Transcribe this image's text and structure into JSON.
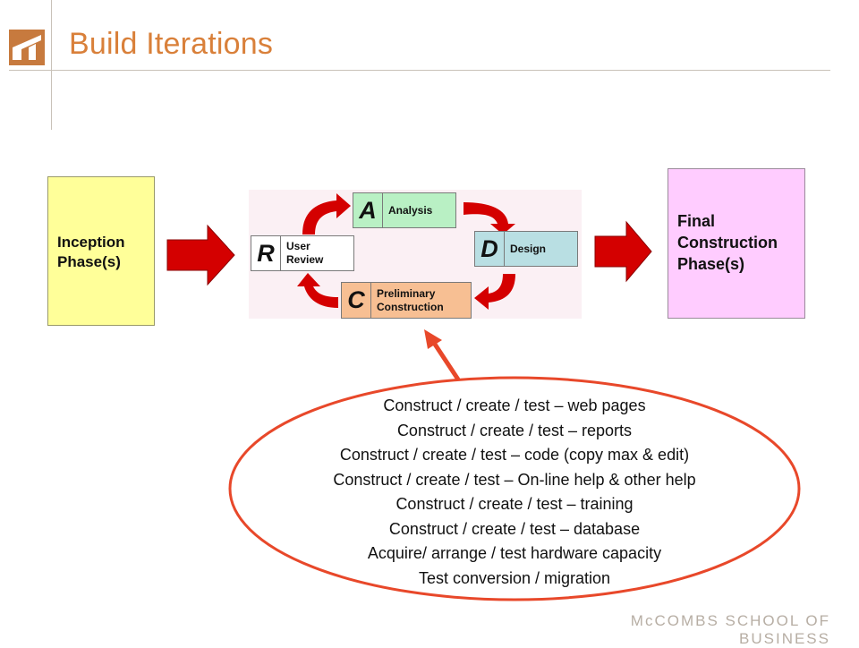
{
  "slide": {
    "title": "Build Iterations",
    "footer": "McCOMBS SCHOOL OF BUSINESS"
  },
  "phases": {
    "inception": [
      "Inception",
      "Phase(s)"
    ],
    "final": [
      "Final",
      "Construction",
      "Phase(s)"
    ]
  },
  "cycle": {
    "analysis": {
      "letter": "A",
      "label": [
        "Analysis"
      ]
    },
    "design": {
      "letter": "D",
      "label": [
        "Design"
      ]
    },
    "construction": {
      "letter": "C",
      "label": [
        "Preliminary",
        "Construction"
      ]
    },
    "review": {
      "letter": "R",
      "label": [
        "User",
        "Review"
      ]
    }
  },
  "tasks": [
    "Construct / create / test – web pages",
    "Construct / create / test – reports",
    "Construct / create / test – code (copy max & edit)",
    "Construct / create / test – On-line help & other help",
    "Construct / create / test – training",
    "Construct / create / test – database",
    "Acquire/ arrange / test hardware capacity",
    "Test conversion / migration"
  ],
  "colors": {
    "title": "#d9803a",
    "arrow_red": "#d40000",
    "ellipse": "#e8482a",
    "inception_fill": "#ffff99",
    "final_fill": "#ffccff",
    "analysis_fill": "#b9f0c4",
    "design_fill": "#b9dfe3",
    "construction_fill": "#f7bf93"
  }
}
